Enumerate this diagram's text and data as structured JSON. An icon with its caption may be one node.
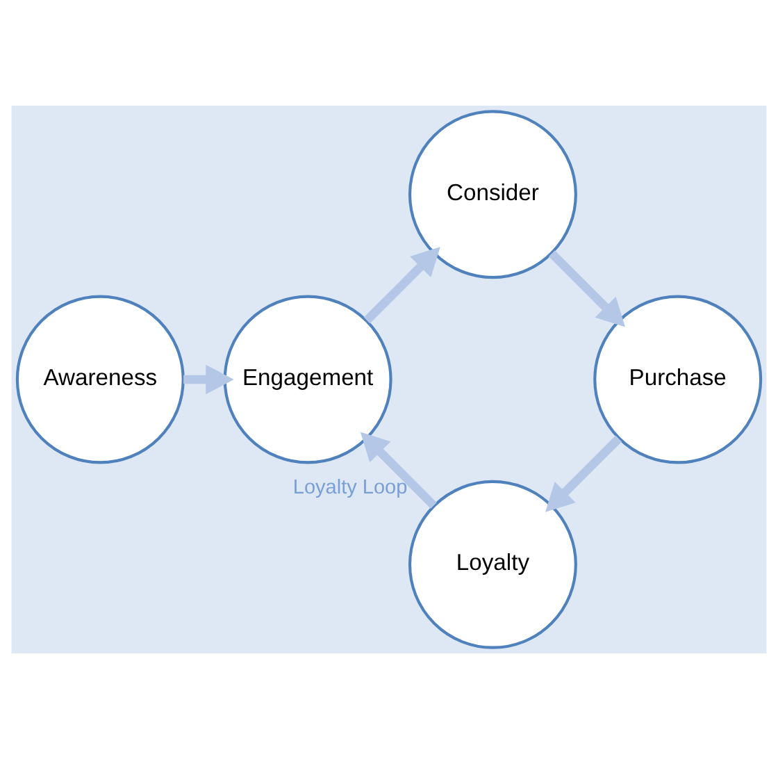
{
  "diagram": {
    "nodes": [
      {
        "text": [
          "Awareness"
        ]
      },
      {
        "text": [
          "Engagement"
        ]
      },
      {
        "text": [
          "Consider"
        ]
      },
      {
        "text": [
          "Purchase"
        ]
      },
      {
        "text": [
          "Loyalty"
        ]
      }
    ],
    "edges": [
      {
        "from": 0,
        "to": 1,
        "arrow": "to"
      },
      {
        "from": 1,
        "to": 2,
        "arrow": "to"
      },
      {
        "from": 2,
        "to": 3,
        "arrow": "to"
      },
      {
        "from": 3,
        "to": 4,
        "arrow": "to"
      },
      {
        "from": 4,
        "to": 1,
        "arrow": "to",
        "label": "Loyalty Loop"
      }
    ]
  }
}
